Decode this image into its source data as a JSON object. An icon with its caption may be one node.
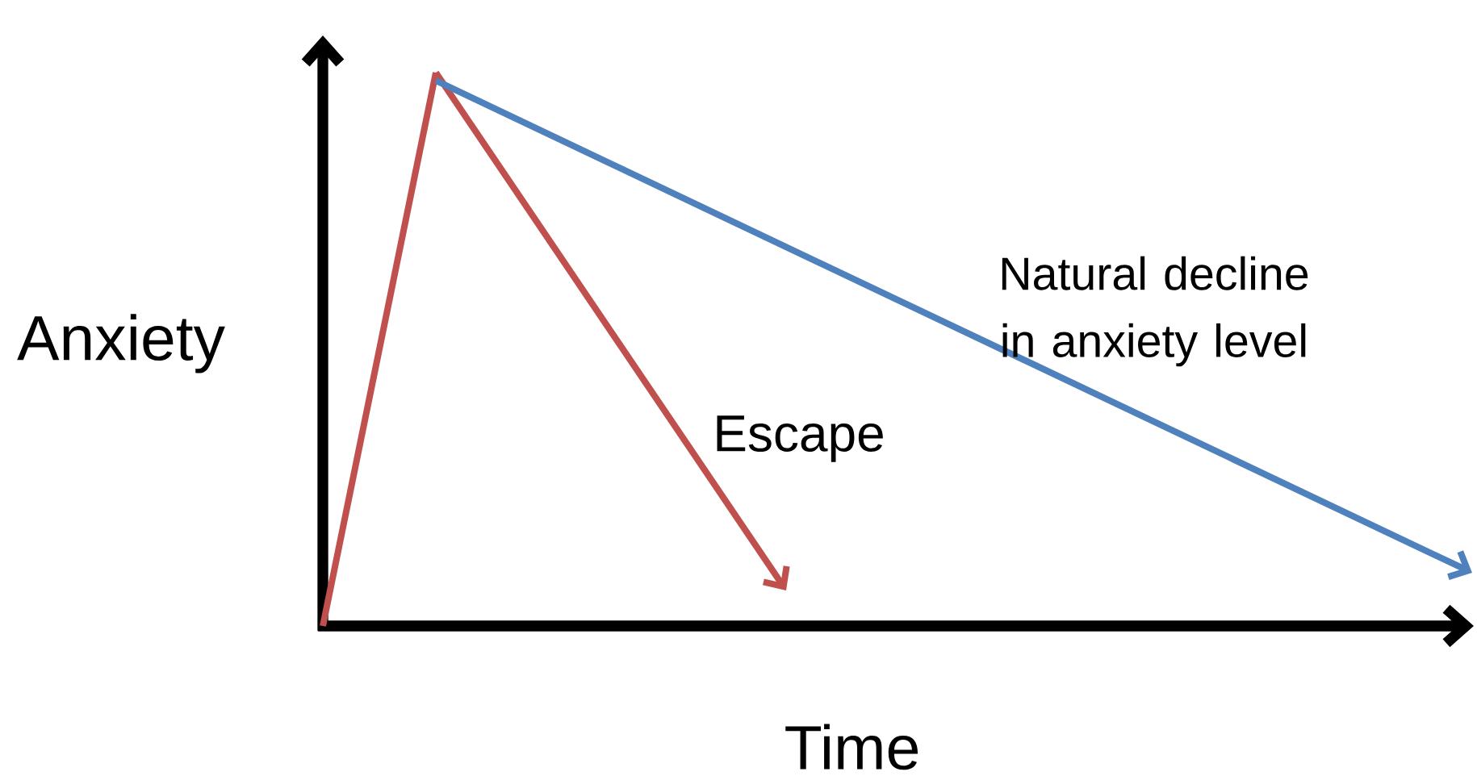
{
  "diagram": {
    "labels": [
      "Natural decline in anxiety level",
      "Anxiety",
      "Escape",
      "Time"
    ]
  }
}
